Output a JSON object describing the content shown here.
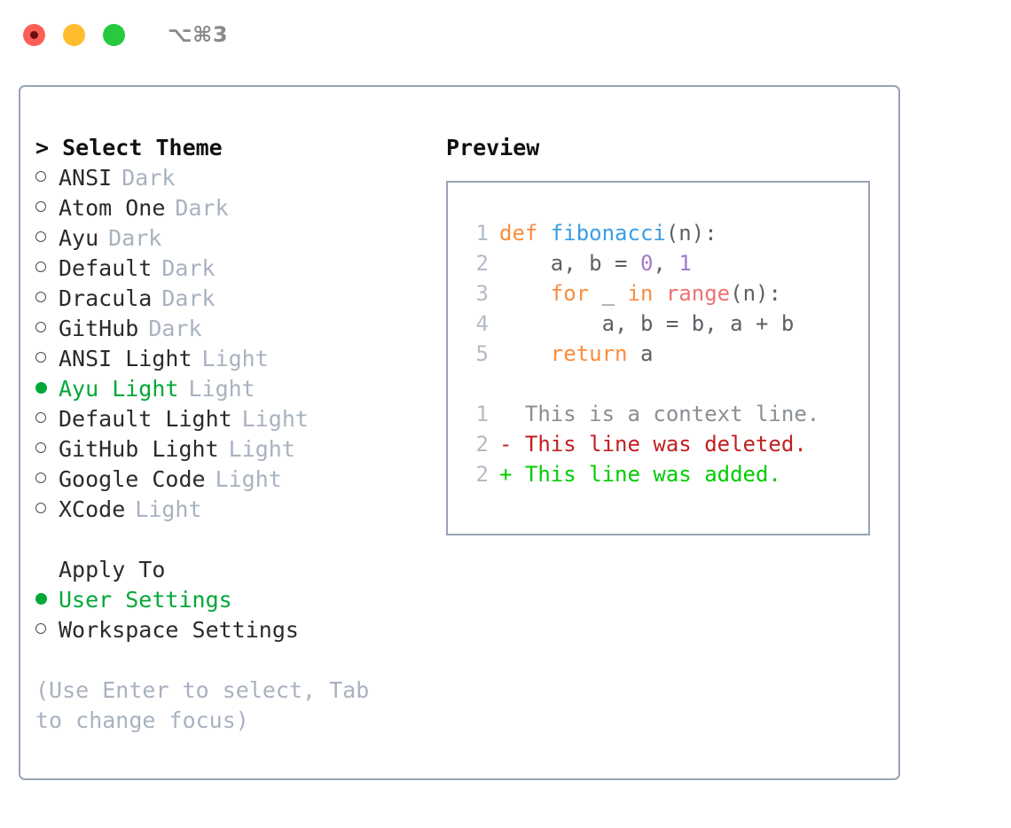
{
  "titlebar": {
    "shortcut": "⌥⌘3",
    "lights": [
      "close-red",
      "minimize-yellow",
      "zoom-green"
    ]
  },
  "theme_picker": {
    "heading": "> Select Theme",
    "items": [
      {
        "marker": "ring",
        "label": "ANSI",
        "tag": "Dark",
        "selected": false
      },
      {
        "marker": "ring",
        "label": "Atom One",
        "tag": "Dark",
        "selected": false
      },
      {
        "marker": "ring",
        "label": "Ayu",
        "tag": "Dark",
        "selected": false
      },
      {
        "marker": "ring",
        "label": "Default",
        "tag": "Dark",
        "selected": false
      },
      {
        "marker": "ring",
        "label": "Dracula",
        "tag": "Dark",
        "selected": false
      },
      {
        "marker": "ring",
        "label": "GitHub",
        "tag": "Dark",
        "selected": false
      },
      {
        "marker": "ring",
        "label": "ANSI Light",
        "tag": "Light",
        "selected": false
      },
      {
        "marker": "dot",
        "label": "Ayu Light",
        "tag": "Light",
        "selected": true
      },
      {
        "marker": "ring",
        "label": "Default Light",
        "tag": "Light",
        "selected": false
      },
      {
        "marker": "ring",
        "label": "GitHub Light",
        "tag": "Light",
        "selected": false
      },
      {
        "marker": "ring",
        "label": "Google Code",
        "tag": "Light",
        "selected": false
      },
      {
        "marker": "ring",
        "label": "XCode",
        "tag": "Light",
        "selected": false
      }
    ]
  },
  "apply_to": {
    "heading": "Apply To",
    "items": [
      {
        "marker": "dot",
        "label": "User Settings",
        "selected": true
      },
      {
        "marker": "ring",
        "label": "Workspace Settings",
        "selected": false
      }
    ]
  },
  "hint": "(Use Enter to select, Tab to change focus)",
  "preview": {
    "title": "Preview",
    "code_lines": [
      {
        "num": "1",
        "tokens": [
          {
            "t": "def ",
            "c": "kw"
          },
          {
            "t": "fibonacci",
            "c": "fn"
          },
          {
            "t": "(n):",
            "c": "txt"
          }
        ]
      },
      {
        "num": "2",
        "tokens": [
          {
            "t": "    a, b = ",
            "c": "txt"
          },
          {
            "t": "0",
            "c": "num"
          },
          {
            "t": ", ",
            "c": "txt"
          },
          {
            "t": "1",
            "c": "num"
          }
        ]
      },
      {
        "num": "3",
        "tokens": [
          {
            "t": "    ",
            "c": "txt"
          },
          {
            "t": "for",
            "c": "kw"
          },
          {
            "t": " _ ",
            "c": "txt"
          },
          {
            "t": "in",
            "c": "kw"
          },
          {
            "t": " ",
            "c": "txt"
          },
          {
            "t": "range",
            "c": "call"
          },
          {
            "t": "(n):",
            "c": "txt"
          }
        ]
      },
      {
        "num": "4",
        "tokens": [
          {
            "t": "        a, b = b, a + b",
            "c": "txt"
          }
        ]
      },
      {
        "num": "5",
        "tokens": [
          {
            "t": "    ",
            "c": "txt"
          },
          {
            "t": "return",
            "c": "kw"
          },
          {
            "t": " a",
            "c": "txt"
          }
        ]
      }
    ],
    "diff_lines": [
      {
        "num": "1",
        "marker": "  ",
        "text": "This is a context line.",
        "kind": "ctx"
      },
      {
        "num": "2",
        "marker": "- ",
        "text": "This line was deleted.",
        "kind": "del"
      },
      {
        "num": "2",
        "marker": "+ ",
        "text": "This line was added.",
        "kind": "add"
      }
    ]
  },
  "colors": {
    "accent_green": "#00a838",
    "border": "#97a3b5",
    "muted": "#a8b2c0",
    "keyword": "#fa8d3e",
    "function": "#399ee6",
    "number": "#a37acc",
    "call": "#f07171",
    "text": "#5c6166",
    "diff_add": "#00cc00",
    "diff_del": "#c32020",
    "light_red": "#fd5f57",
    "light_yellow": "#ffbd2e",
    "light_green": "#27c93f"
  }
}
